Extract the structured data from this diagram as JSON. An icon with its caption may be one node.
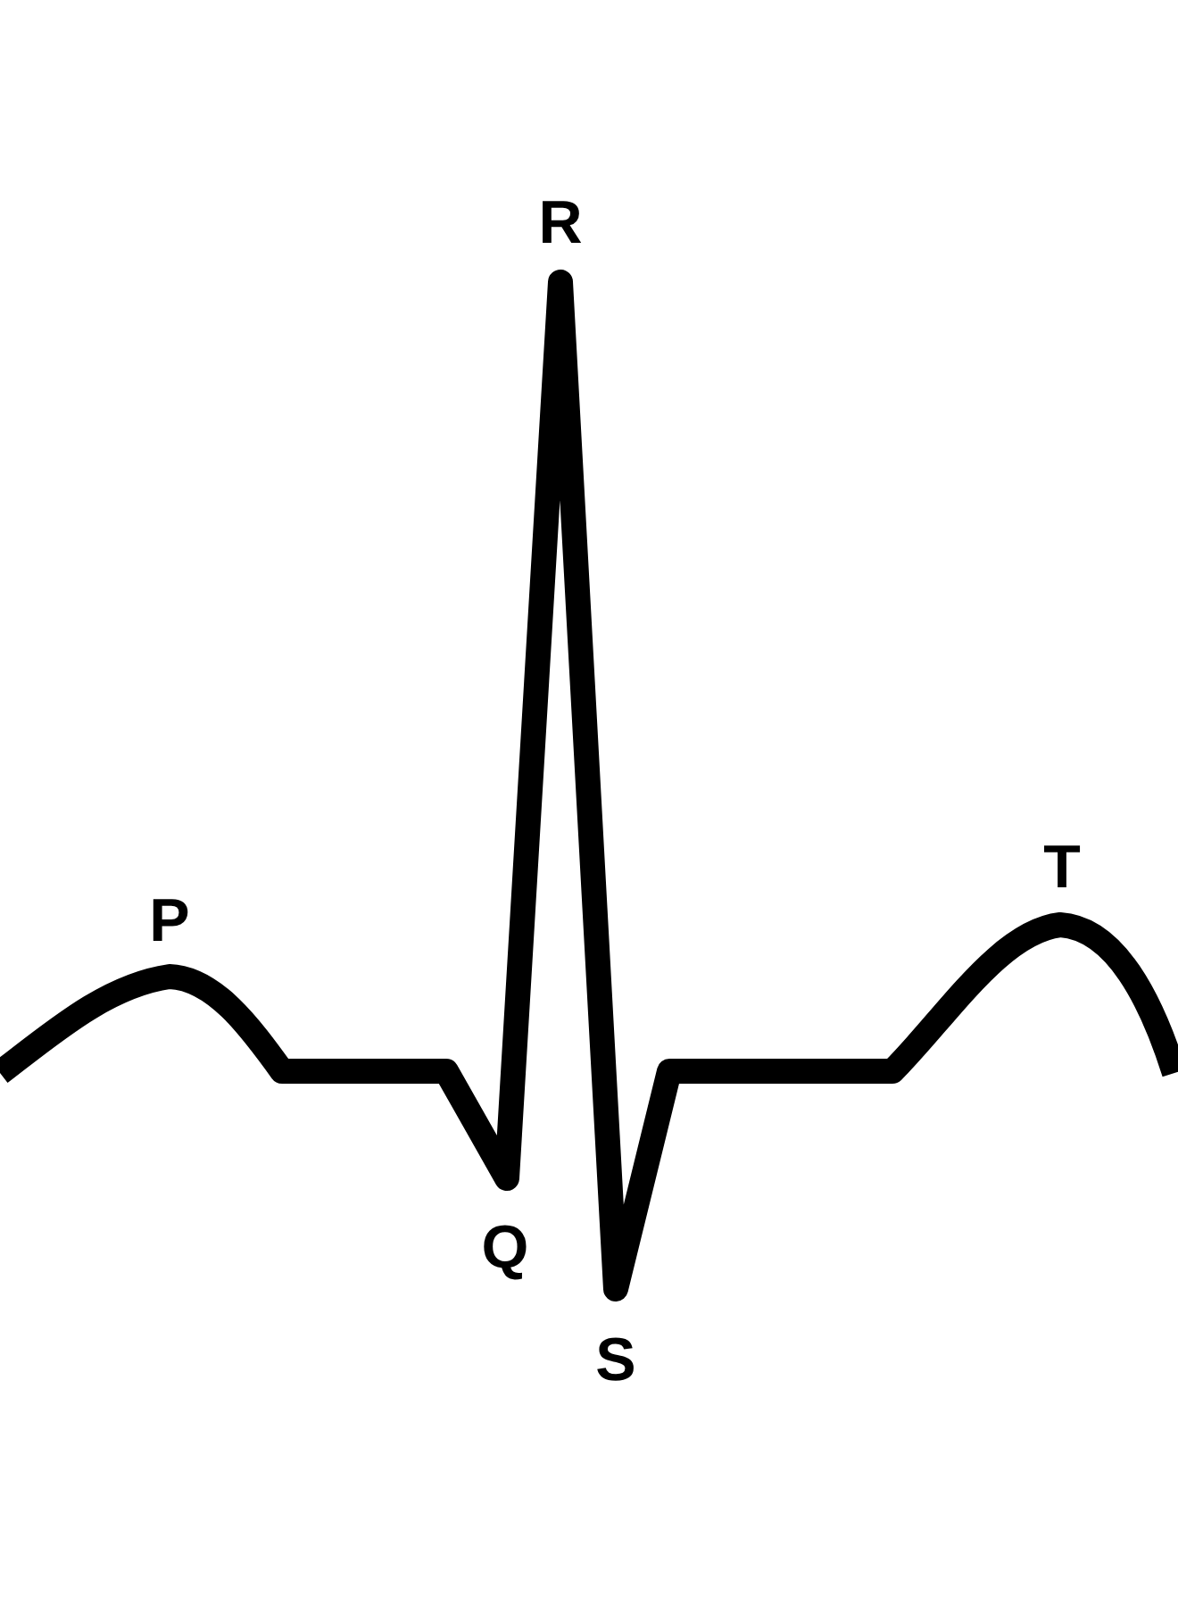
{
  "diagram": {
    "labels": [
      "R",
      "T",
      "P",
      "Q",
      "S"
    ]
  }
}
